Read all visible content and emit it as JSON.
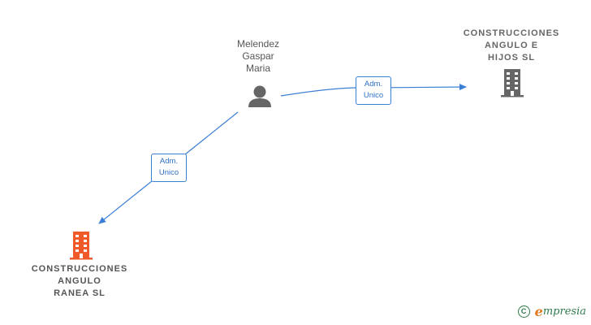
{
  "colors": {
    "edge": "#3b7fd4",
    "person_icon": "#666666",
    "company_icon_default": "#666666",
    "company_icon_highlight": "#f05a28",
    "brand_green": "#2d7a4a",
    "brand_orange": "#e07a1f"
  },
  "person": {
    "name_line1": "Melendez",
    "name_line2": "Gaspar",
    "name_line3": "Maria",
    "icon": "person-icon"
  },
  "company_right": {
    "line1": "CONSTRUCCIONES",
    "line2": "ANGULO E",
    "line3": "HIJOS  SL",
    "icon": "building-icon"
  },
  "company_left": {
    "line1": "CONSTRUCCIONES",
    "line2": "ANGULO",
    "line3": "RANEA  SL",
    "icon": "building-icon"
  },
  "edge_right": {
    "line1": "Adm.",
    "line2": "Unico"
  },
  "edge_left": {
    "line1": "Adm.",
    "line2": "Unico"
  },
  "brand": {
    "copyright": "C",
    "initial": "e",
    "name_rest": "mpresia"
  }
}
